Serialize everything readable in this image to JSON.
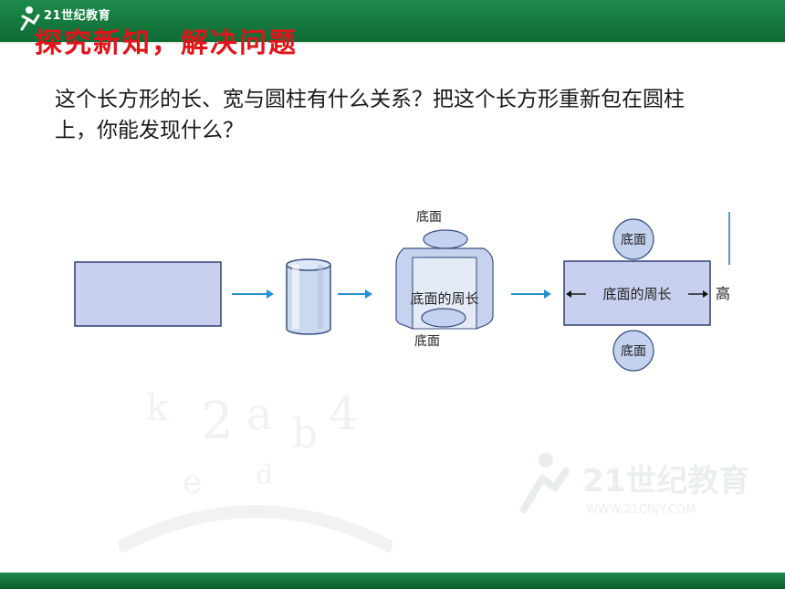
{
  "header": {
    "logo_text": "21世纪教育",
    "section_title": "探究新知，解决问题"
  },
  "question": {
    "text": "这个长方形的长、宽与圆柱有什么关系？把这个长方形重新包在圆柱上，你能发现什么？"
  },
  "diagram": {
    "base_label": "底面",
    "circumference_label": "底面的周长",
    "height_label": "高"
  },
  "watermark": {
    "brand": "21世纪教育",
    "url": "WWW.21CNJY.COM"
  },
  "colors": {
    "bar_green": "#0f6b34",
    "title_red": "#e0141b",
    "shape_fill": "#c9cfee",
    "circle_fill": "#c3d2ee",
    "arrow_blue": "#2a8fd0"
  }
}
